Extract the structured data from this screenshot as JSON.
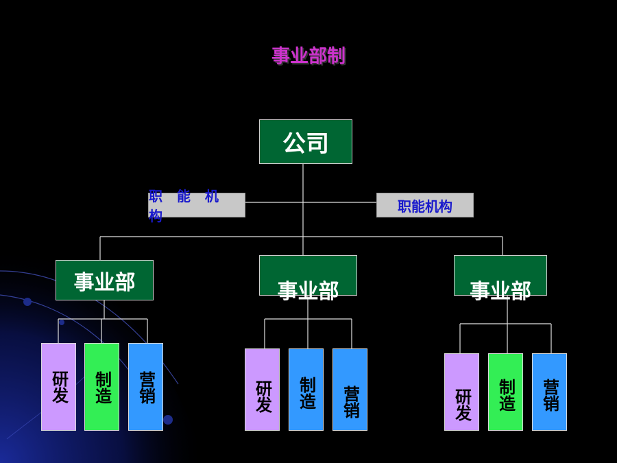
{
  "title": "事业部制",
  "company": "公司",
  "functions": [
    "职 能 机 构",
    "职能机构"
  ],
  "divisions": [
    {
      "label": "事业部",
      "subs": [
        "研发",
        "制造",
        "营销"
      ]
    },
    {
      "label": "事业部",
      "subs": [
        "研发",
        "制造",
        "营销"
      ]
    },
    {
      "label": "事业部",
      "subs": [
        "研发",
        "制造",
        "营销"
      ]
    }
  ],
  "colors": {
    "background": "#000000",
    "title": "#cc33cc",
    "box_green": "#006633",
    "function_box": "#c8c8c8",
    "function_text": "#1a1acc",
    "sub_rd": "#cc99ff",
    "sub_manufacturing": "#33ee55",
    "sub_marketing": "#3399ff"
  }
}
